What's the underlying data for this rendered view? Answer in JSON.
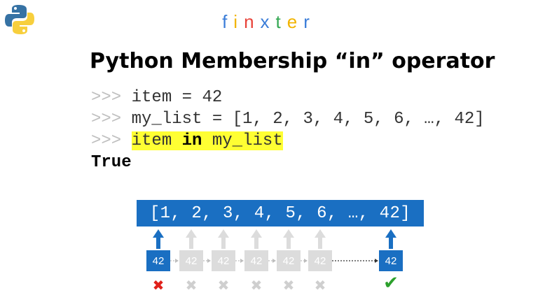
{
  "brand": {
    "letters": [
      "f",
      "i",
      "n",
      "x",
      "t",
      "e",
      "r"
    ],
    "colors": [
      "#3b7dd8",
      "#f2b400",
      "#e8433a",
      "#3b7dd8",
      "#34a853",
      "#f2b400",
      "#3b7dd8"
    ]
  },
  "title": "Python Membership “in” operator",
  "code": {
    "prompt": ">>>",
    "line1": "item = 42",
    "line2": "my_list = [1, 2, 3, 4, 5, 6, …, 42]",
    "line3_a": "item ",
    "line3_kw": "in",
    "line3_b": " my_list",
    "result": "True"
  },
  "list_bar": "[1, 2, 3, 4, 5, 6, …, 42]",
  "probes": [
    {
      "value": "42",
      "state": "blue",
      "mark": "✖",
      "mark_state": "red"
    },
    {
      "value": "42",
      "state": "gray",
      "mark": "✖",
      "mark_state": "gray"
    },
    {
      "value": "42",
      "state": "gray",
      "mark": "✖",
      "mark_state": "gray"
    },
    {
      "value": "42",
      "state": "gray",
      "mark": "✖",
      "mark_state": "gray"
    },
    {
      "value": "42",
      "state": "gray",
      "mark": "✖",
      "mark_state": "gray"
    },
    {
      "value": "42",
      "state": "gray",
      "mark": "✖",
      "mark_state": "gray"
    },
    {
      "value": "42",
      "state": "blue",
      "mark": "✔",
      "mark_state": "green"
    }
  ],
  "colors": {
    "accent": "#1a6fc2",
    "highlight": "#ffff33",
    "inactive": "#dcdcdc",
    "miss": "#e0201a",
    "hit": "#2ca02c"
  }
}
